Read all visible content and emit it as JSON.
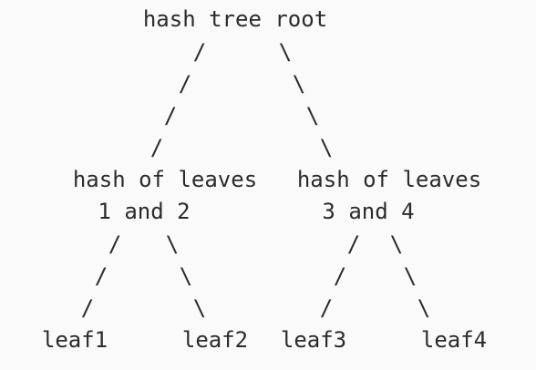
{
  "root": {
    "label": "hash tree root"
  },
  "left_node": {
    "line1": "hash of leaves",
    "line2": "1 and 2"
  },
  "right_node": {
    "line1": "hash of leaves",
    "line2": "3 and 4"
  },
  "leaves": [
    "leaf1",
    "leaf2",
    "leaf3",
    "leaf4"
  ],
  "edge_glyphs": {
    "left": "/",
    "right": "\\"
  },
  "colors": {
    "background": "#fafafa",
    "text": "#2b2b2b"
  }
}
